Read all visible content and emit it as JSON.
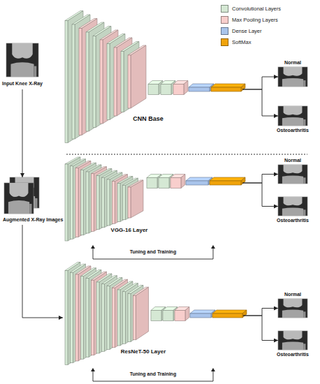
{
  "diagram": {
    "nodes": [
      {
        "text": [
          "Input Knee X-Ray"
        ]
      },
      {
        "text": [
          "CNN Base"
        ]
      },
      {
        "text": [
          "Normal"
        ]
      },
      {
        "text": [
          "Osteoarthritis"
        ]
      },
      {
        "text": [
          "Augmented X-Ray Images"
        ]
      },
      {
        "text": [
          "VGG-16 Layer"
        ]
      },
      {
        "text": [
          "Normal"
        ]
      },
      {
        "text": [
          "Osteoarthritis"
        ]
      },
      {
        "text": [
          "ResNeT-50 Layer"
        ]
      },
      {
        "text": [
          "Normal"
        ]
      },
      {
        "text": [
          "Osteoarthritis"
        ]
      }
    ],
    "edges": [
      {
        "from": 0,
        "to": 4,
        "arrow": "to"
      },
      {
        "from": 1,
        "to": 2,
        "arrow": "to"
      },
      {
        "from": 1,
        "to": 3,
        "arrow": "to"
      },
      {
        "from": 4,
        "to": 8,
        "arrow": "to"
      },
      {
        "from": 5,
        "to": 6,
        "arrow": "to"
      },
      {
        "from": 5,
        "to": 7,
        "arrow": "to"
      },
      {
        "from": 8,
        "to": 9,
        "arrow": "to"
      },
      {
        "from": 8,
        "to": 10,
        "arrow": "to"
      }
    ],
    "labels": [
      "Tuning and Training",
      "Tuning and Training"
    ],
    "legend": [
      {
        "text": "Convolutional Layers",
        "color": "#d5e8d4"
      },
      {
        "text": "Max Pooling Layers",
        "color": "#f8cecc"
      },
      {
        "text": "Dense Layer",
        "color": "#a9c4eb"
      },
      {
        "text": "SoftMax",
        "color": "#f0a30a"
      }
    ]
  }
}
